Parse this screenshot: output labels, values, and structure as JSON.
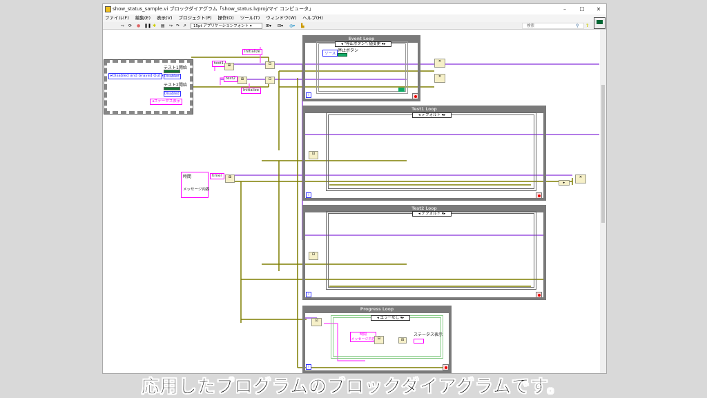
{
  "window": {
    "title": "show_status_sample.vi ブロックダイアグラム「show_status.lvproj/マイ コンピュータ」",
    "minimize": "–",
    "maximize": "☐",
    "close": "✕"
  },
  "menu": [
    "ファイル(F)",
    "編集(E)",
    "表示(V)",
    "プロジェクト(P)",
    "操作(O)",
    "ツール(T)",
    "ウィンドウ(W)",
    "ヘルプ(H)"
  ],
  "toolbar": {
    "font": "15pt アプリケーションフォント",
    "search_placeholder": "検索"
  },
  "diagram": {
    "enum_value": "Disabled and Grayed Out",
    "test1_start": "テスト1開始",
    "test2_start": "テスト2開始",
    "disabled1": "Disabled",
    "disabled2": "Disabled",
    "status_display": "ステータス表示",
    "test1_const": "test1",
    "test2_const": "test2",
    "init1": "Initialize",
    "init2": "Initialize",
    "timer_const": "timer",
    "cluster_time": "時間",
    "cluster_msg": "メッセージ内容",
    "event_loop": "Event Loop",
    "event_case": "\"停止ボタン\": 値変更",
    "source": "ソース",
    "stop_button": "停止ボタン",
    "test1_loop": "Test1 Loop",
    "test1_case": "デフォルト",
    "test2_loop": "Test2 Loop",
    "test2_case": "デフォルト",
    "progress_loop": "Progress Loop",
    "progress_case": "エラーなし",
    "p_time": "時間",
    "p_msg": "メッセージ内容",
    "p_status": "ステータス表示",
    "iter": "i"
  },
  "caption": "応用したプログラムのブロックダイアグラムです。",
  "colors": {
    "purple_wire": "#9a50e0",
    "olive_wire": "#7f7f00",
    "string_wire": "#ff40ff",
    "loop_border": "#7a7a7a"
  }
}
